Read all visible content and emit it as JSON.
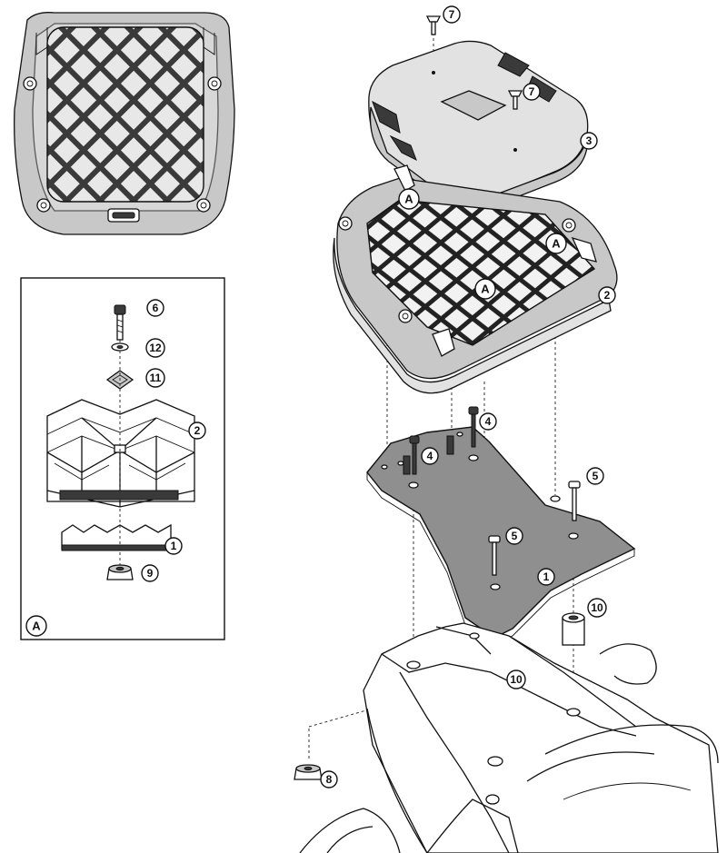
{
  "callouts": {
    "c1": "1",
    "c2": "2",
    "c3": "3",
    "c4": "4",
    "c5": "5",
    "c6": "6",
    "c7": "7",
    "c8": "8",
    "c9": "9",
    "c10": "10",
    "c11": "11",
    "c12": "12",
    "a": "A"
  },
  "colors": {
    "plate": "#8f8f8f",
    "base_grey": "#c8c8c8",
    "lid_grey": "#e2e2e2",
    "line": "#111111"
  }
}
